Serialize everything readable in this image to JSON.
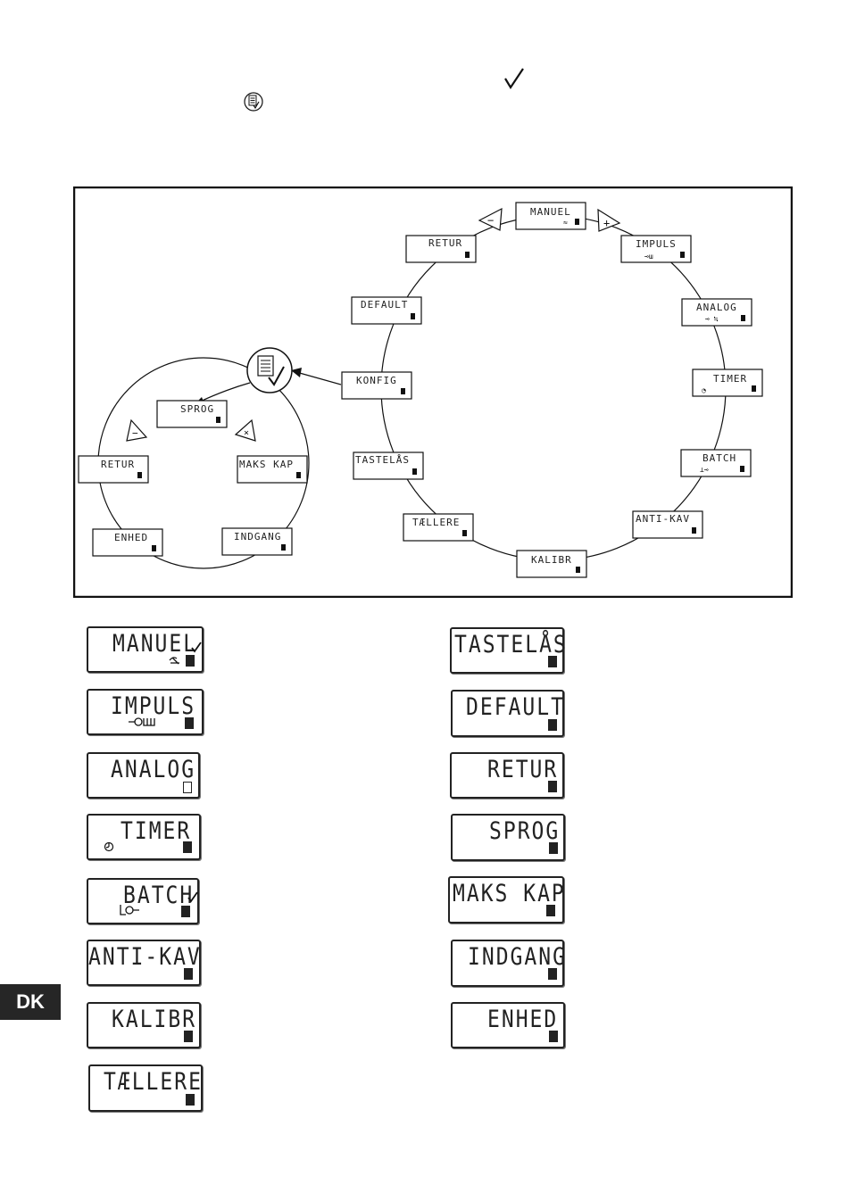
{
  "header": {
    "checkmark_icon": "check-icon",
    "menu_check_icon": "menu-check-icon"
  },
  "diagram": {
    "main_loop": {
      "manuel": "MANUEL",
      "impuls": "IMPULS",
      "analog": "ANALOG",
      "timer": "TIMER",
      "batch": "BATCH",
      "anti_kav": "ANTI-KAV",
      "kalibr": "KALIBR",
      "tallere": "TÆLLERE",
      "tastelas": "TASTELÅS",
      "konfig": "KONFIG",
      "default": "DEFAULT",
      "retur": "RETUR",
      "minus": "−",
      "plus": "+"
    },
    "config_loop": {
      "sprog": "SPROG",
      "maks_kap": "MAKS KAP",
      "indgang": "INDGANG",
      "enhed": "ENHED",
      "retur": "RETUR",
      "minus": "−",
      "plus": "×"
    }
  },
  "displays_left": [
    "MANUEL",
    "IMPULS",
    "ANALOG",
    "TIMER",
    "BATCH",
    "ANTI-KAV",
    "KALIBR",
    "TÆLLERE"
  ],
  "displays_right": [
    "TASTELÅS",
    "DEFAULT",
    "RETUR",
    "SPROG",
    "MAKS KAP",
    "INDGANG",
    "ENHED"
  ],
  "language_tab": "DK"
}
